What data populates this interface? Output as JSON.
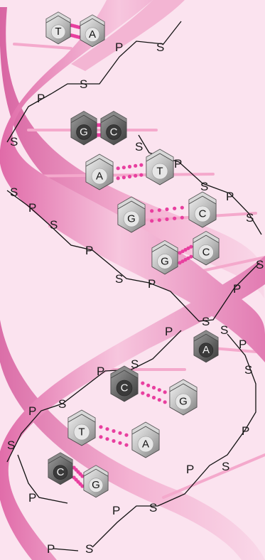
{
  "figure": {
    "background": "#fbe3ef",
    "ribbon_light": "#f7c9df",
    "ribbon_mid": "#ec8fbd",
    "ribbon_dark": "#d6589a",
    "bond_color": "#e83f9f",
    "rung_color": "#f4a9cc",
    "base_light": "#c9c9c9",
    "base_dark": "#6e6e6e",
    "base_pairs": [
      {
        "left": "T",
        "right": "A"
      },
      {
        "left": "G",
        "right": "C"
      },
      {
        "left": "A",
        "right": "T"
      },
      {
        "left": "G",
        "right": "C"
      },
      {
        "left": "G",
        "right": "C"
      },
      {
        "left": "C",
        "right": "G"
      },
      {
        "left": "T",
        "right": "A"
      },
      {
        "left": "C",
        "right": "G"
      },
      {
        "right": "A"
      }
    ],
    "backbone_labels": {
      "p": "P",
      "s": "S"
    }
  }
}
